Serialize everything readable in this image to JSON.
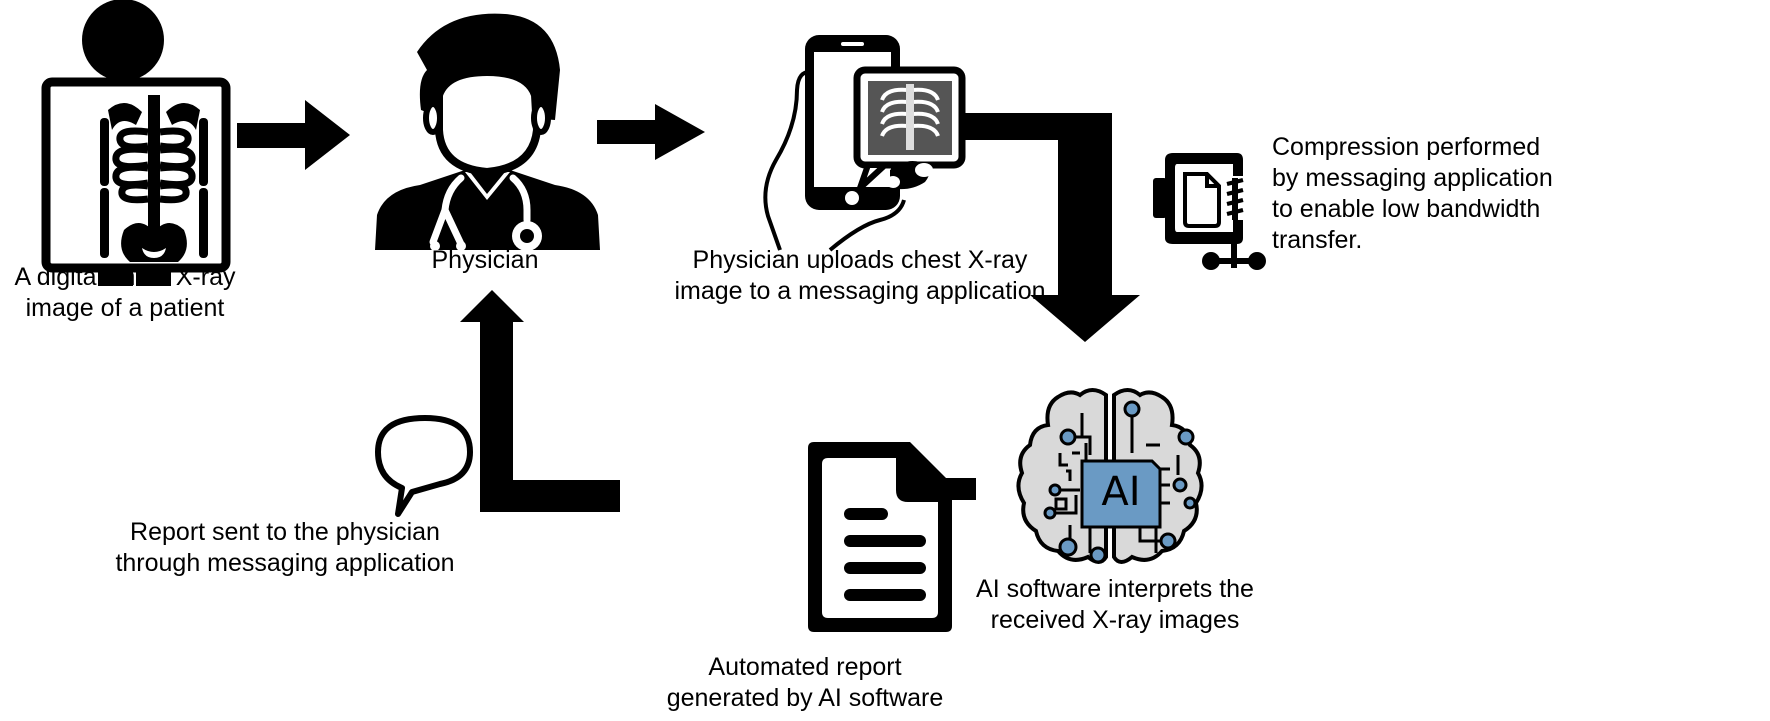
{
  "diagram": {
    "title": "Chest X-ray AI interpretation workflow via messaging application",
    "nodes": [
      {
        "id": "xray",
        "icon": "chest-xray-icon",
        "label_lines": [
          "A digital chest X-ray",
          "image of a patient"
        ]
      },
      {
        "id": "physician",
        "icon": "physician-icon",
        "label_lines": [
          "Physician"
        ]
      },
      {
        "id": "upload",
        "icon": "phone-upload-icon",
        "label_lines": [
          "Physician uploads chest X-ray",
          "image to a messaging application"
        ]
      },
      {
        "id": "compression",
        "icon": "compression-clamp-icon",
        "label_lines": [
          "Compression performed",
          "by messaging application",
          "to enable low bandwidth",
          "transfer."
        ]
      },
      {
        "id": "ai",
        "icon": "ai-brain-icon",
        "label_lines": [
          "AI software interprets the",
          "received X-ray images"
        ],
        "chip_text": "AI"
      },
      {
        "id": "report",
        "icon": "document-icon",
        "label_lines": [
          "Automated report",
          "generated by AI software"
        ]
      },
      {
        "id": "message",
        "icon": "speech-bubble-icon",
        "label_lines": [
          "Report sent to the physician",
          "through messaging application"
        ]
      }
    ],
    "edges": [
      {
        "from": "xray",
        "to": "physician"
      },
      {
        "from": "physician",
        "to": "upload"
      },
      {
        "from": "upload",
        "to": "ai"
      },
      {
        "from": "ai",
        "to": "report"
      },
      {
        "from": "report",
        "to": "physician"
      }
    ],
    "colors": {
      "ink": "#000000",
      "ai_chip": "#6a9ac4",
      "ai_brain": "#d9d9d9",
      "ai_node": "#6a9ac4",
      "xray_gray": "#555555"
    }
  }
}
